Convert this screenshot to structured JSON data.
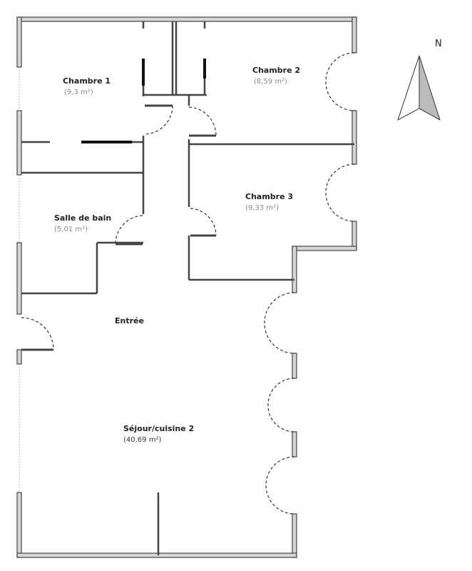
{
  "rooms": [
    {
      "name": "Chambre 1",
      "area": "(9,3 m²)"
    },
    {
      "name": "Chambre 2",
      "area": "(8,59 m²)"
    },
    {
      "name": "Chambre 3",
      "area": "(9,33 m²)"
    },
    {
      "name": "Salle de bain",
      "area": "(5,01 m²)"
    },
    {
      "name": "Entrée",
      "area": ""
    },
    {
      "name": "Séjour/cuisine 2",
      "area": "(40,69 m²)"
    }
  ],
  "compass": {
    "label": "N",
    "icon": "north-arrow-icon"
  },
  "colors": {
    "wall": "#d6d6d6",
    "outline": "#444444"
  }
}
